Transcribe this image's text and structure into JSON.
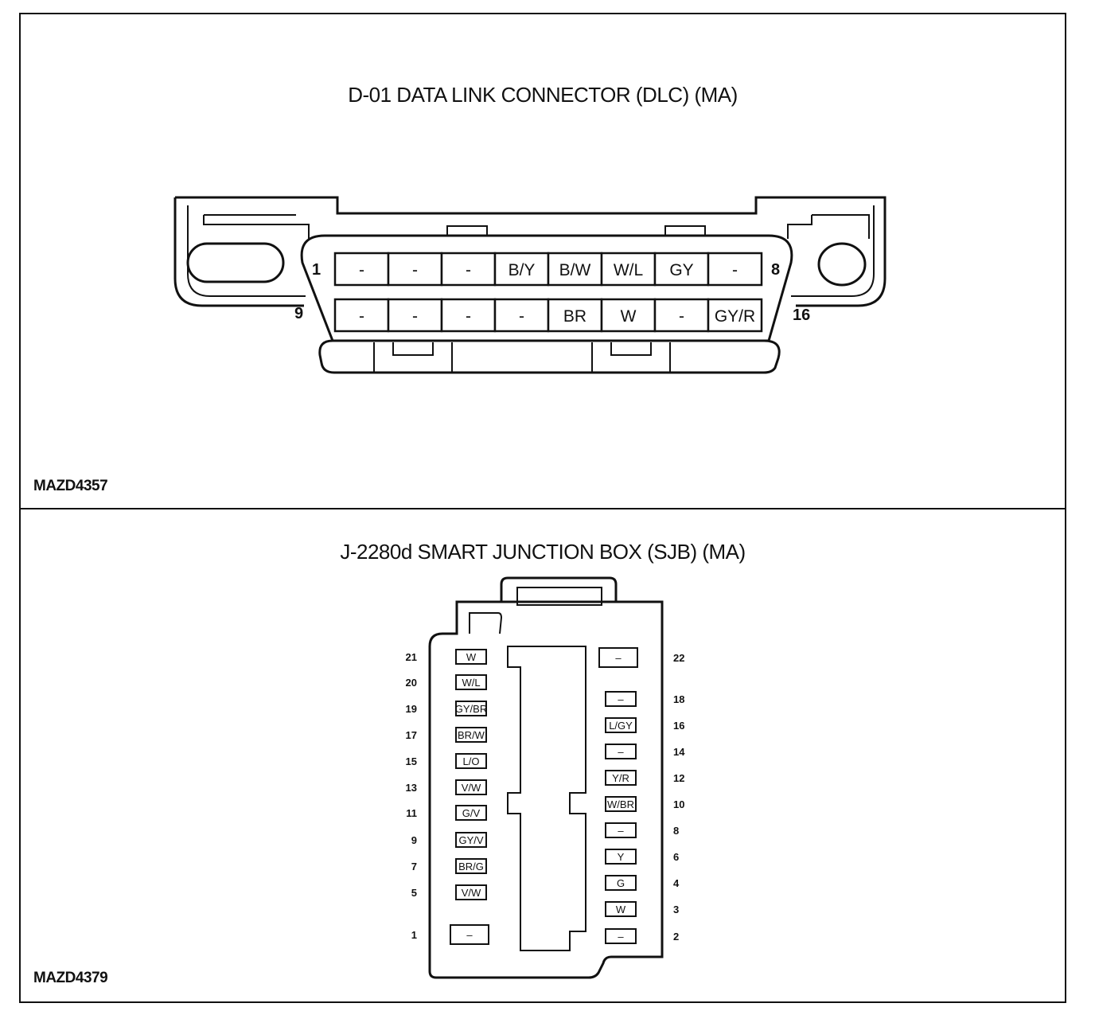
{
  "dlc": {
    "title": "D-01 DATA LINK CONNECTOR (DLC) (MA)",
    "code": "MAZD4357",
    "pin_1_label": "1",
    "pin_8_label": "8",
    "pin_9_label": "9",
    "pin_16_label": "16",
    "top_row": [
      "-",
      "-",
      "-",
      "B/Y",
      "B/W",
      "W/L",
      "GY",
      "-"
    ],
    "bottom_row": [
      "-",
      "-",
      "-",
      "-",
      "BR",
      "W",
      "-",
      "GY/R"
    ]
  },
  "sjb": {
    "title": "J-2280d SMART JUNCTION BOX (SJB) (MA)",
    "code": "MAZD4379",
    "left_pins": [
      {
        "num": "21",
        "label": "W"
      },
      {
        "num": "20",
        "label": "W/L"
      },
      {
        "num": "19",
        "label": "GY/BR"
      },
      {
        "num": "17",
        "label": "BR/W"
      },
      {
        "num": "15",
        "label": "L/O"
      },
      {
        "num": "13",
        "label": "V/W"
      },
      {
        "num": "11",
        "label": "G/V"
      },
      {
        "num": "9",
        "label": "GY/V"
      },
      {
        "num": "7",
        "label": "BR/G"
      },
      {
        "num": "5",
        "label": "V/W"
      },
      {
        "num": "1",
        "label": "–"
      }
    ],
    "right_pins": [
      {
        "num": "22",
        "label": "–"
      },
      {
        "num": "18",
        "label": "–"
      },
      {
        "num": "16",
        "label": "L/GY"
      },
      {
        "num": "14",
        "label": "–"
      },
      {
        "num": "12",
        "label": "Y/R"
      },
      {
        "num": "10",
        "label": "W/BR"
      },
      {
        "num": "8",
        "label": "–"
      },
      {
        "num": "6",
        "label": "Y"
      },
      {
        "num": "4",
        "label": "G"
      },
      {
        "num": "3",
        "label": "W"
      },
      {
        "num": "2",
        "label": "–"
      }
    ]
  }
}
